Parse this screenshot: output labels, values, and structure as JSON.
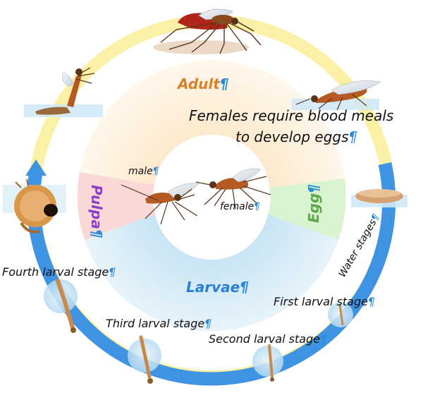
{
  "stages": {
    "adult": "Adult",
    "pulpa": "Pulpa",
    "egg": "Egg",
    "larvae": "Larvae"
  },
  "note": {
    "line1": "Females require blood meals",
    "line2": "to develop eggs"
  },
  "labels": {
    "male": "male",
    "female": "female",
    "water_stages": "Water stages",
    "first_larval": "First larval stage",
    "second_larval": "Second larval stage",
    "third_larval": "Third larval stage",
    "fourth_larval": "Fourth larval stage"
  },
  "pilcrow": "¶",
  "colors": {
    "adult": "#d9822b",
    "pulpa": "#8e3fc8",
    "egg": "#5aa84a",
    "larvae": "#2a7fd4",
    "pilcrow": "#2a8bd8",
    "outer_yellow": "#fbf1a6",
    "outer_blue": "#3f93e3"
  }
}
